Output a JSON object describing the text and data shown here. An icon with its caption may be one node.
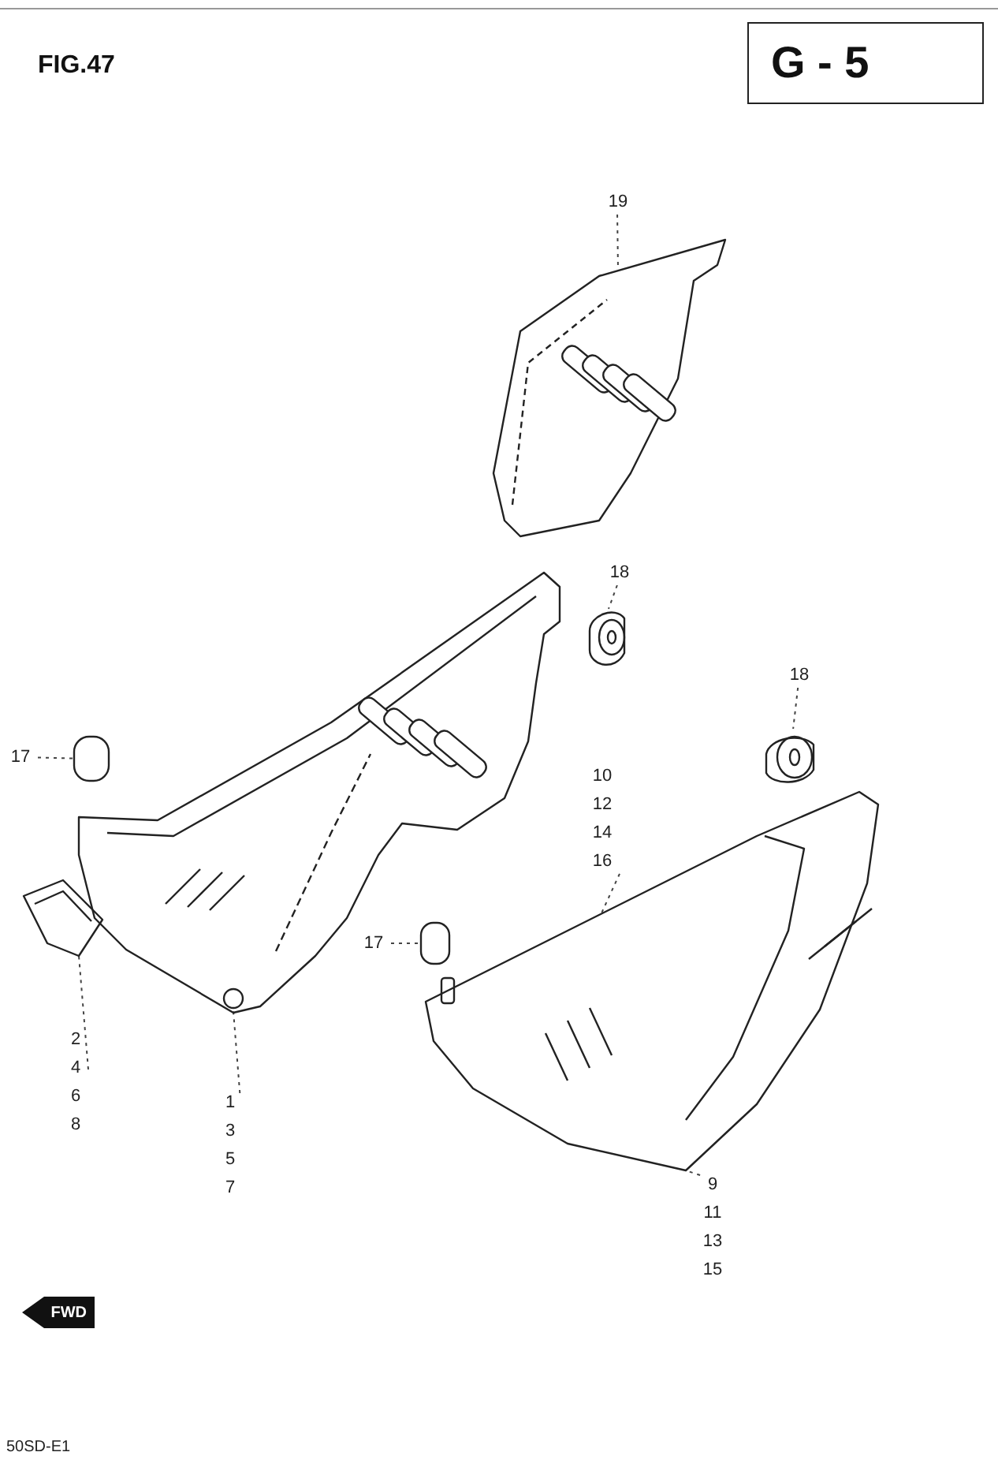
{
  "diagram": {
    "title": "FIG.47",
    "nodes": [
      {
        "text": [
          "19"
        ]
      },
      {
        "text": [],
        "shape": "picture"
      },
      {
        "text": [
          "18"
        ]
      },
      {
        "text": [],
        "shape": "picture"
      },
      {
        "text": [
          "18"
        ]
      },
      {
        "text": [],
        "shape": "picture"
      },
      {
        "text": [
          "17"
        ]
      },
      {
        "text": [],
        "shape": "box"
      },
      {
        "text": [
          "17"
        ]
      },
      {
        "text": [],
        "shape": "box"
      },
      {
        "text": [],
        "shape": "picture"
      },
      {
        "text": [],
        "shape": "picture"
      },
      {
        "text": [
          "10",
          "12",
          "14",
          "16"
        ]
      },
      {
        "text": [
          "2",
          "4",
          "6",
          "8"
        ]
      },
      {
        "text": [
          "1",
          "3",
          "5",
          "7"
        ]
      },
      {
        "text": [
          "9",
          "11",
          "13",
          "15"
        ]
      }
    ],
    "edges": [
      {
        "from": 0,
        "to": 1,
        "arrow": "none"
      },
      {
        "from": 2,
        "to": 3,
        "arrow": "none"
      },
      {
        "from": 4,
        "to": 5,
        "arrow": "none"
      },
      {
        "from": 6,
        "to": 7,
        "arrow": "none"
      },
      {
        "from": 8,
        "to": 9,
        "arrow": "none"
      },
      {
        "from": 12,
        "to": 11,
        "arrow": "none"
      },
      {
        "from": 13,
        "to": 10,
        "arrow": "none"
      },
      {
        "from": 14,
        "to": 10,
        "arrow": "none"
      },
      {
        "from": 15,
        "to": 11,
        "arrow": "none"
      }
    ],
    "labels": [
      "G - 5",
      "FWD",
      "50SD-E1"
    ]
  }
}
